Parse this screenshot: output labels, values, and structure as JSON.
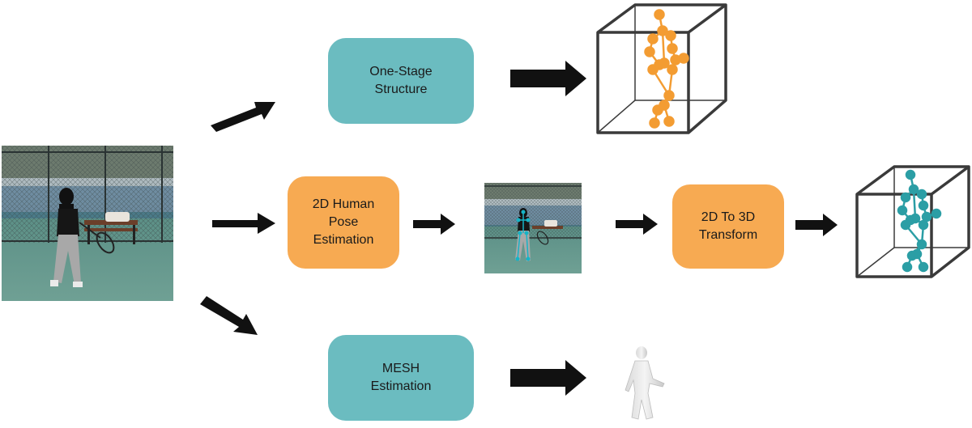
{
  "colors": {
    "teal_box": "#6bbcc0",
    "orange_box": "#f7aa52",
    "orange_skeleton": "#f39c32",
    "teal_skeleton": "#2b9ea5",
    "arrow": "#111111",
    "cube": "#3a3a3a"
  },
  "boxes": {
    "one_stage": "One-Stage\nStructure",
    "pose_2d": "2D Human\nPose\nEstimation",
    "transform": "2D To 3D\nTransform",
    "mesh": "MESH\nEstimation"
  },
  "images": {
    "input_photo": "tennis-court-photo",
    "pose_photo": "tennis-court-photo-with-2d-keypoints",
    "mesh_figure": "human-mesh-figure"
  }
}
